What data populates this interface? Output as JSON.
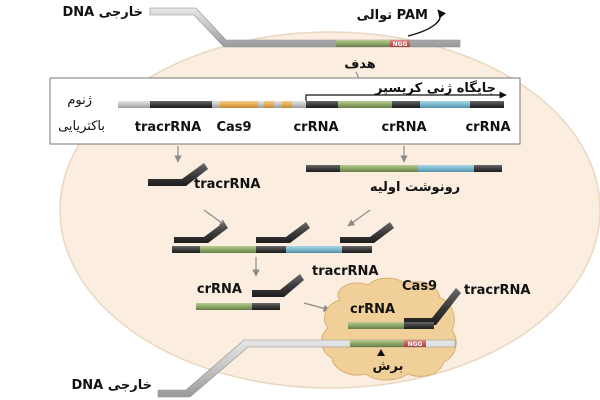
{
  "labels": {
    "foreign_dna_top": "DNA خارجی",
    "pam": "توالی PAM",
    "ngg": "NGG",
    "target": "هدف",
    "crispr_locus": "جایگاه ژنی کریسپر",
    "bacterial_genome_line1": "ژنوم",
    "bacterial_genome_line2": "باکتریایی",
    "tracrrna_gene": "tracrRNA",
    "cas9_gene": "Cas9",
    "crrna_1": "crRNA",
    "crrna_2": "crRNA",
    "crrna_3": "crRNA",
    "tracrrna_transcript": "tracrRNA",
    "primary_transcript": "رونوشت اولیه",
    "crrna_mature": "crRNA",
    "tracrrna_paired": "tracrRNA",
    "cas9_complex": "Cas9",
    "tracrrna_complex": "tracrRNA",
    "crrna_complex": "crRNA",
    "cut": "برش",
    "foreign_dna_bottom": "DNA خارجی"
  },
  "colors": {
    "cell_fill": "#fbeee0",
    "cell_stroke": "#ead7c2",
    "dna_gray": "#c9c9c9",
    "dna_dark": "#3c3c3c",
    "spacer_green": "#8fa86a",
    "spacer_blue": "#7db9cf",
    "cas9_gene_orange": "#e8ad55",
    "pam_red": "#c2524f",
    "cas9_protein": "#f0cf98",
    "arrow_gray": "#8a8a8a"
  }
}
